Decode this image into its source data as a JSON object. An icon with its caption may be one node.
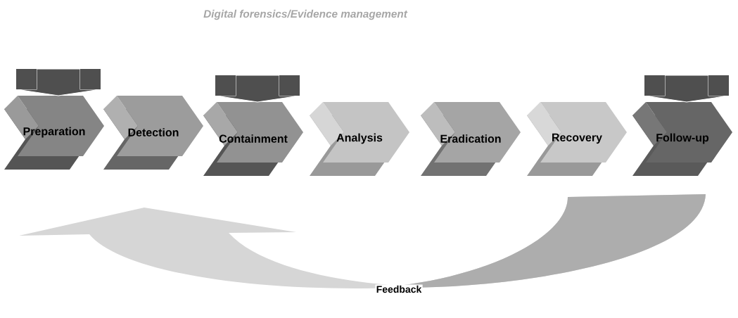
{
  "diagram": {
    "title": "Digital forensics/Evidence management",
    "nodes": [
      {
        "text": [
          "Preparation"
        ]
      },
      {
        "text": [
          "Detection"
        ]
      },
      {
        "text": [
          "Containment"
        ]
      },
      {
        "text": [
          "Analysis"
        ]
      },
      {
        "text": [
          "Eradication"
        ]
      },
      {
        "text": [
          "Recovery"
        ]
      },
      {
        "text": [
          "Follow-up"
        ]
      }
    ],
    "edges": [
      {
        "from": null,
        "to": 0,
        "arrow": "to"
      },
      {
        "from": null,
        "to": 2,
        "arrow": "to"
      },
      {
        "from": null,
        "to": 6,
        "arrow": "to"
      },
      {
        "from": 6,
        "to": 0,
        "arrow": "to",
        "label": "Feedback"
      }
    ]
  }
}
